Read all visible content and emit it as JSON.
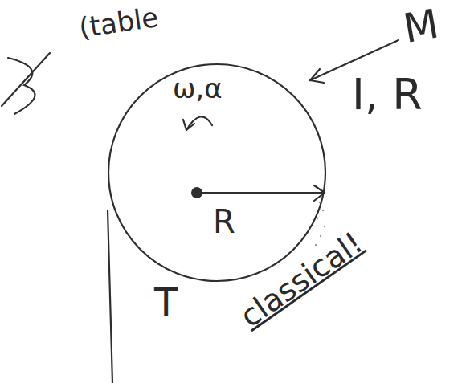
{
  "diagram": {
    "nodes": [
      {
        "text": [
          "ω,α",
          "R"
        ]
      }
    ],
    "labels": [
      "(table",
      "M",
      "I, R",
      "T",
      "classical!"
    ]
  }
}
